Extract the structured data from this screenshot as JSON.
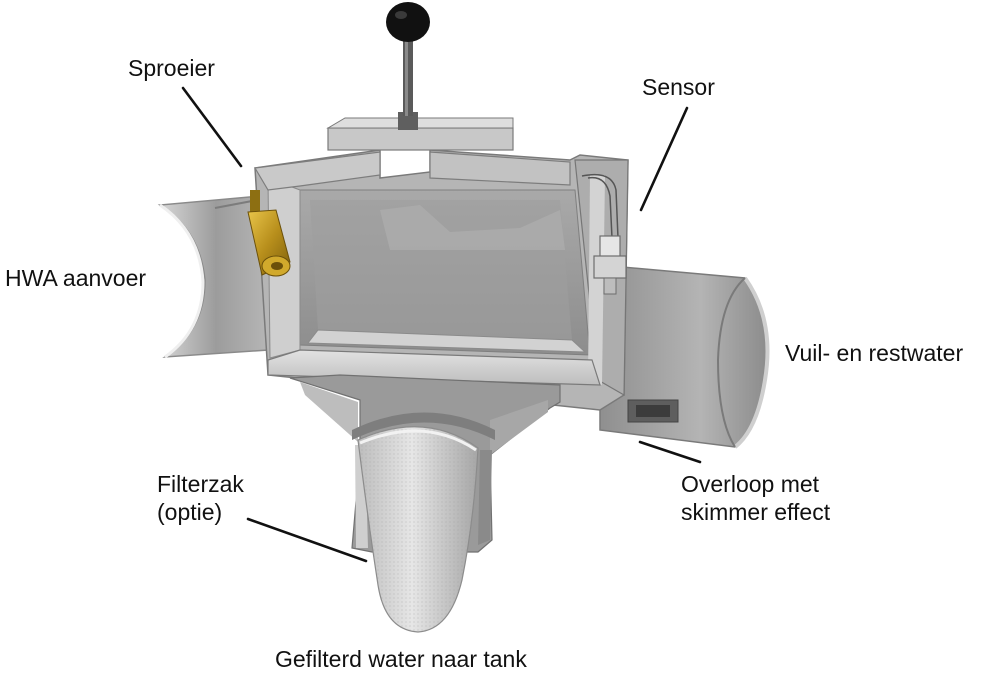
{
  "labels": {
    "sproeier": "Sproeier",
    "sensor": "Sensor",
    "hwa_aanvoer": "HWA aanvoer",
    "vuil_restwater": "Vuil- en restwater",
    "filterzak_line1": "Filterzak",
    "filterzak_line2": "(optie)",
    "overloop_line1": "Overloop met",
    "overloop_line2": "skimmer effect",
    "gefilterd_water": "Gefilterd water naar tank"
  },
  "colors": {
    "body_grey": "#9a9a9a",
    "light_grey": "#c4c4c4",
    "dark_grey": "#6e6e6e",
    "brass": "#c9a227",
    "handle_black": "#111111",
    "leader_line": "#111111",
    "text": "#111111"
  }
}
